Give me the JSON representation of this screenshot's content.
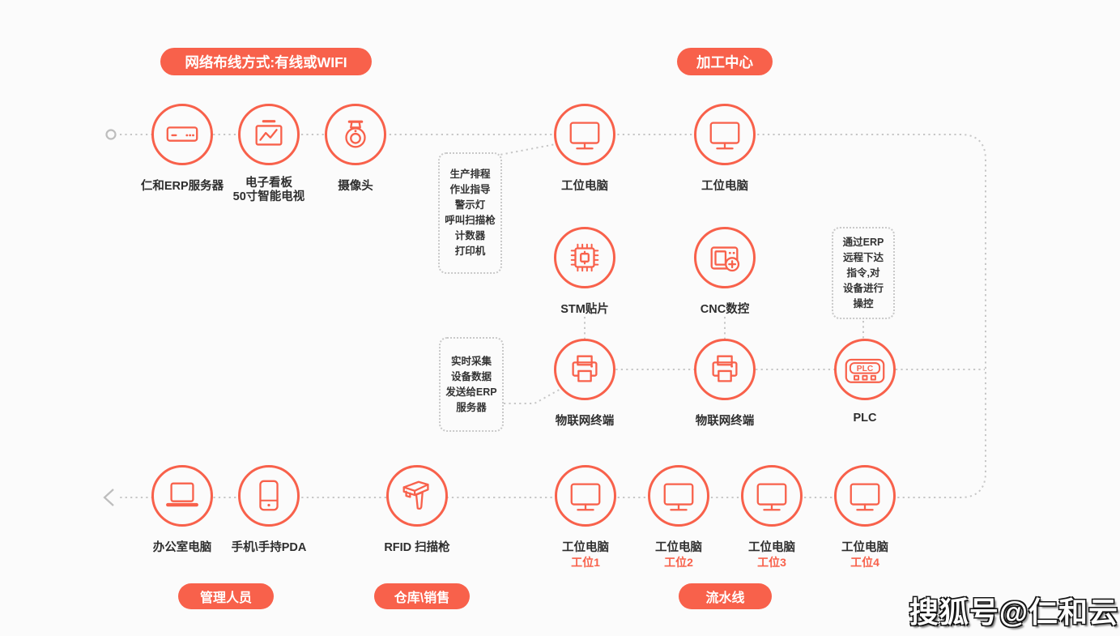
{
  "colors": {
    "accent": "#f8614b",
    "wire": "#c7c7c7",
    "background": "#fbfbfb"
  },
  "badges": {
    "network_mode": "网络布线方式:有线或WIFI",
    "processing_center": "加工中心",
    "managers": "管理人员",
    "warehouse_sales": "仓库\\销售",
    "assembly_line": "流水线"
  },
  "callouts": {
    "kanban_functions": {
      "lines": [
        "生产排程",
        "作业指导",
        "警示灯",
        "呼叫扫描枪",
        "计数器",
        "打印机"
      ]
    },
    "realtime_collect": {
      "lines": [
        "实时采集",
        "设备数据",
        "发送给ERP",
        "服务器"
      ]
    },
    "erp_remote": {
      "lines": [
        "通过ERP",
        "远程下达",
        "指令,对",
        "设备进行",
        "操控"
      ]
    }
  },
  "nodes": [
    {
      "icon": "server-icon",
      "label": "仁和ERP服务器"
    },
    {
      "icon": "kanban-tv-icon",
      "label": "电子看板",
      "label2": "50寸智能电视"
    },
    {
      "icon": "camera-icon",
      "label": "摄像头"
    },
    {
      "icon": "monitor-icon",
      "label": "工位电脑"
    },
    {
      "icon": "monitor-icon",
      "label": "工位电脑"
    },
    {
      "icon": "chip-icon",
      "label": "STM贴片"
    },
    {
      "icon": "cnc-icon",
      "label": "CNC数控"
    },
    {
      "icon": "printer-icon",
      "label": "物联网终端"
    },
    {
      "icon": "printer-icon",
      "label": "物联网终端"
    },
    {
      "icon": "plc-icon",
      "label": "PLC",
      "icon_text": "PLC"
    },
    {
      "icon": "laptop-icon",
      "label": "办公室电脑"
    },
    {
      "icon": "phone-icon",
      "label": "手机\\手持PDA"
    },
    {
      "icon": "rfid-icon",
      "label": "RFID 扫描枪"
    },
    {
      "icon": "monitor-icon",
      "label": "工位电脑",
      "sublabel": "工位1"
    },
    {
      "icon": "monitor-icon",
      "label": "工位电脑",
      "sublabel": "工位2"
    },
    {
      "icon": "monitor-icon",
      "label": "工位电脑",
      "sublabel": "工位3"
    },
    {
      "icon": "monitor-icon",
      "label": "工位电脑",
      "sublabel": "工位4"
    }
  ],
  "watermark": "搜狐号@仁和云"
}
